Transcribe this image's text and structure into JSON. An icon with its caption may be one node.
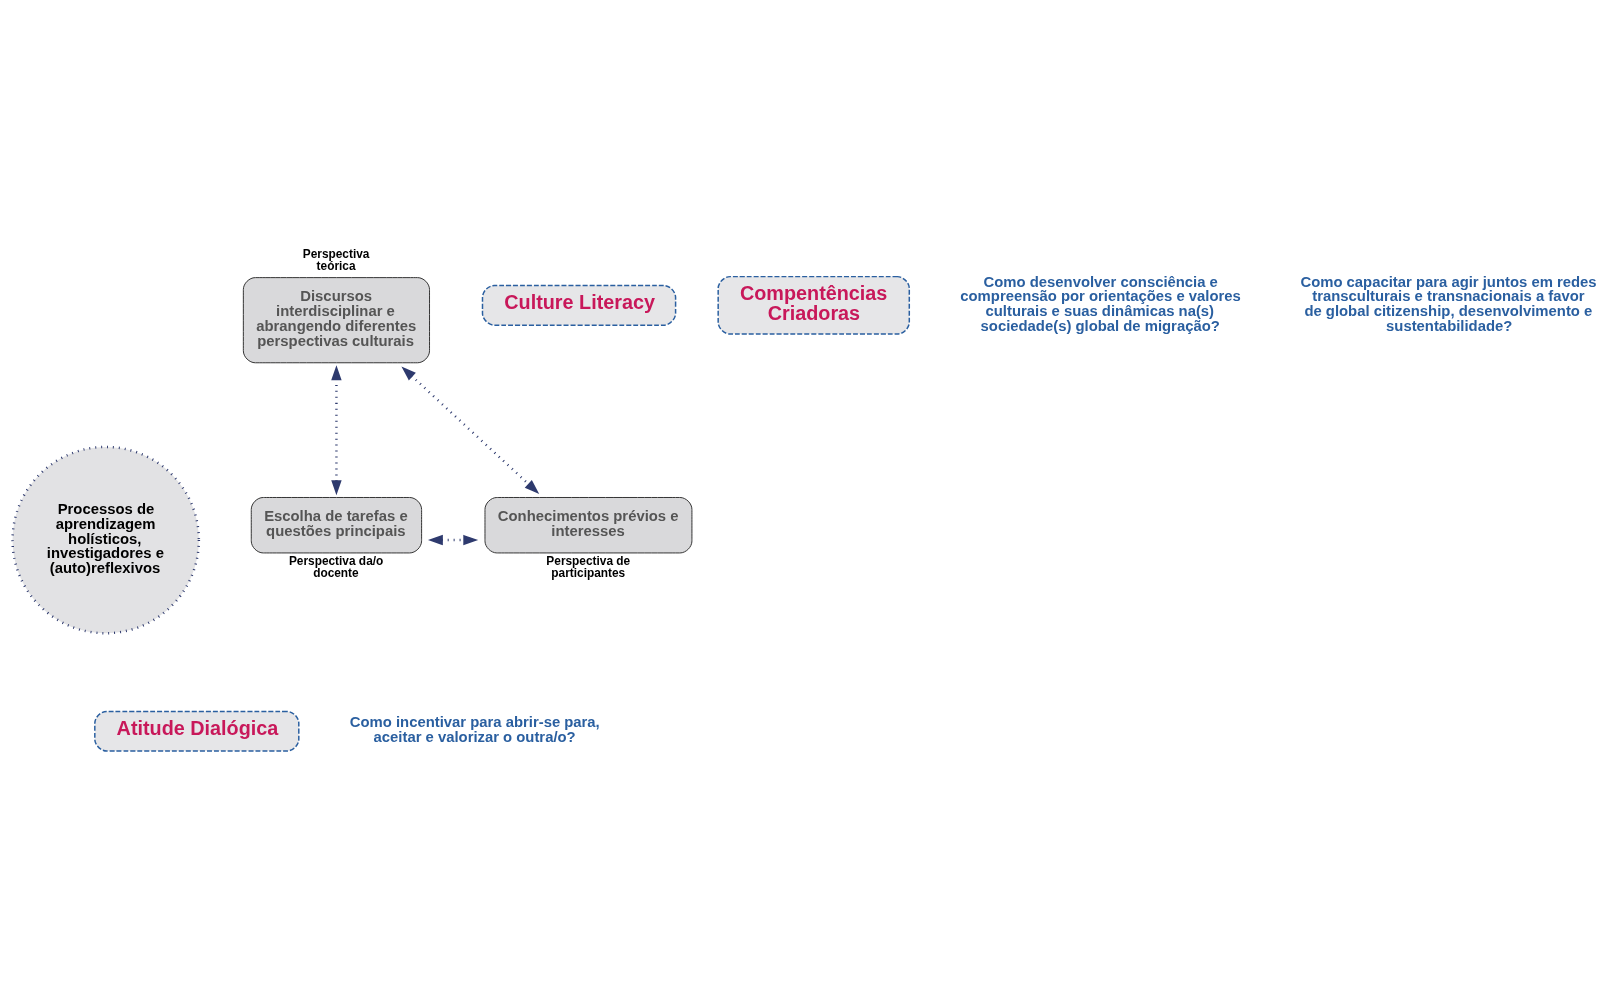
{
  "diagram": {
    "nodes": [
      {
        "text": [
          "Discursos interdisciplinar e abrangendo diferentes perspectivas culturais"
        ],
        "beside": [
          "Perspectiva teórica"
        ]
      },
      {
        "text": [
          "Processos de aprendizagem holísticos, investigadores e (auto)reflexivos"
        ]
      },
      {
        "text": [
          "Escolha de tarefas e questões principais"
        ],
        "beside": [
          "Perspectiva da/o docente"
        ]
      },
      {
        "text": [
          "Conhecimentos prévios e interesses"
        ],
        "beside": [
          "Perspectiva de participantes"
        ]
      },
      {
        "text": [
          "Culture Literacy"
        ]
      },
      {
        "text": [
          "Compentências Criadoras"
        ]
      },
      {
        "text": [
          "Atitude Dialógica"
        ]
      }
    ],
    "edges": [
      {
        "from": 0,
        "to": 2,
        "arrow": "both",
        "style": "dashed"
      },
      {
        "from": 0,
        "to": 3,
        "arrow": "both",
        "style": "dashed"
      },
      {
        "from": 2,
        "to": 3,
        "arrow": "both",
        "style": "dashed"
      }
    ],
    "labels": [
      "Como desenvolver consciência e compreensão por orientações e valores culturais e suas dinâmicas na(s) sociedade(s) global de migração?",
      "Como capacitar para agir juntos em redes transculturais e transnacionais a favor de global citizenship, desenvolvimento e sustentabilidade?",
      "Como incentivar para abrir-se para, aceitar e valorizar o outra/o?"
    ]
  }
}
